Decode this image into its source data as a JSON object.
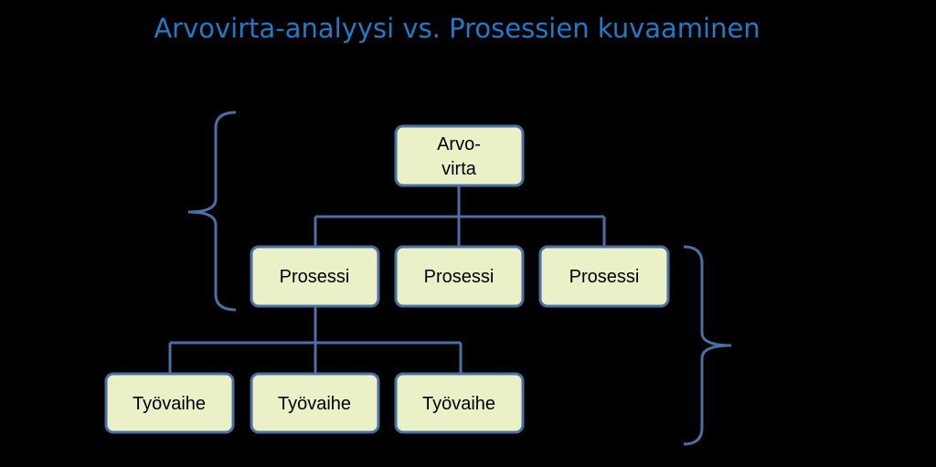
{
  "title": "Arvovirta-analyysi vs. Prosessien kuvaaminen",
  "colors": {
    "background": "#000000",
    "title": "#1f7ac8",
    "node_fill": "#ebf1c6",
    "node_border": "#4a6fa5",
    "connector": "#4a6fa5"
  },
  "nodes": {
    "root": {
      "label_line1": "Arvo-",
      "label_line2": "virta"
    },
    "process_1": {
      "label": "Prosessi"
    },
    "process_2": {
      "label": "Prosessi"
    },
    "process_3": {
      "label": "Prosessi"
    },
    "task_1": {
      "label": "Työvaihe"
    },
    "task_2": {
      "label": "Työvaihe"
    },
    "task_3": {
      "label": "Työvaihe"
    }
  }
}
